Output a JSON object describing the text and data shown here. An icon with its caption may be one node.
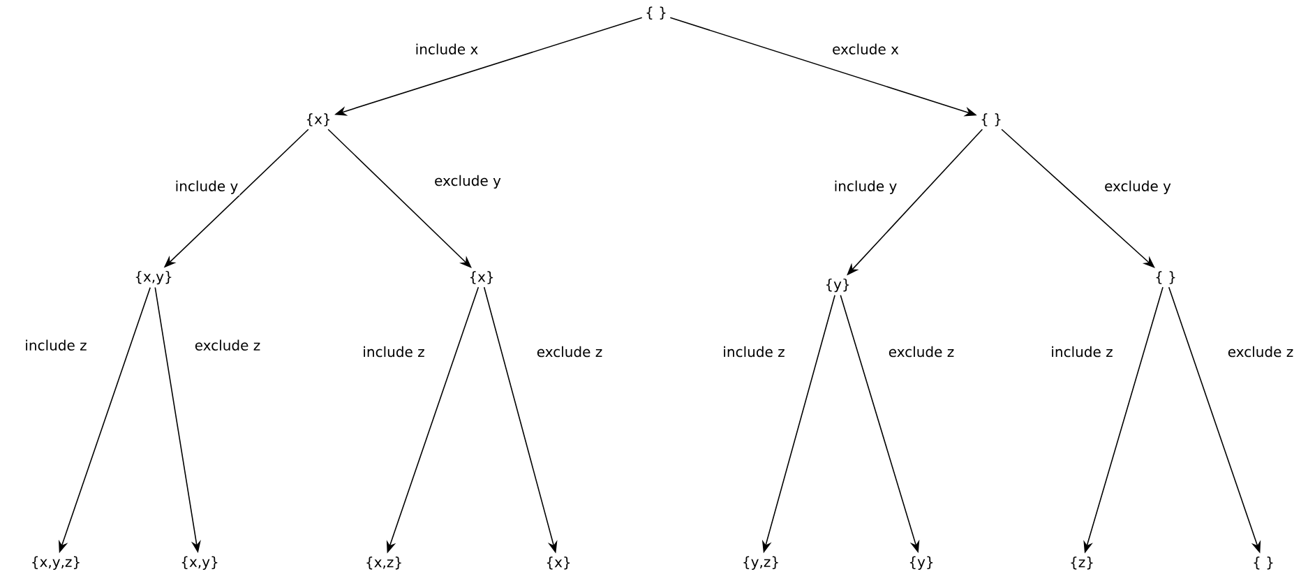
{
  "diagram": {
    "nodes": [
      {
        "text": [
          "{ }"
        ]
      },
      {
        "text": [
          "{x}"
        ]
      },
      {
        "text": [
          "{ }"
        ]
      },
      {
        "text": [
          "{x,y}"
        ]
      },
      {
        "text": [
          "{x}"
        ]
      },
      {
        "text": [
          "{y}"
        ]
      },
      {
        "text": [
          "{ }"
        ]
      },
      {
        "text": [
          "{x,y,z}"
        ]
      },
      {
        "text": [
          "{x,y}"
        ]
      },
      {
        "text": [
          "{x,z}"
        ]
      },
      {
        "text": [
          "{x}"
        ]
      },
      {
        "text": [
          "{y,z}"
        ]
      },
      {
        "text": [
          "{y}"
        ]
      },
      {
        "text": [
          "{z}"
        ]
      },
      {
        "text": [
          "{ }"
        ]
      }
    ],
    "edges": [
      {
        "from": 0,
        "to": 1,
        "arrow": "to",
        "label": "include x"
      },
      {
        "from": 0,
        "to": 2,
        "arrow": "to",
        "label": "exclude x"
      },
      {
        "from": 1,
        "to": 3,
        "arrow": "to",
        "label": "include y"
      },
      {
        "from": 1,
        "to": 4,
        "arrow": "to",
        "label": "exclude y"
      },
      {
        "from": 2,
        "to": 5,
        "arrow": "to",
        "label": "include y"
      },
      {
        "from": 2,
        "to": 6,
        "arrow": "to",
        "label": "exclude y"
      },
      {
        "from": 3,
        "to": 7,
        "arrow": "to",
        "label": "include z"
      },
      {
        "from": 3,
        "to": 8,
        "arrow": "to",
        "label": "exclude z"
      },
      {
        "from": 4,
        "to": 9,
        "arrow": "to",
        "label": "include z"
      },
      {
        "from": 4,
        "to": 10,
        "arrow": "to",
        "label": "exclude z"
      },
      {
        "from": 5,
        "to": 11,
        "arrow": "to",
        "label": "include z"
      },
      {
        "from": 5,
        "to": 12,
        "arrow": "to",
        "label": "exclude z"
      },
      {
        "from": 6,
        "to": 13,
        "arrow": "to",
        "label": "include z"
      },
      {
        "from": 6,
        "to": 14,
        "arrow": "to",
        "label": "exclude z"
      }
    ]
  }
}
